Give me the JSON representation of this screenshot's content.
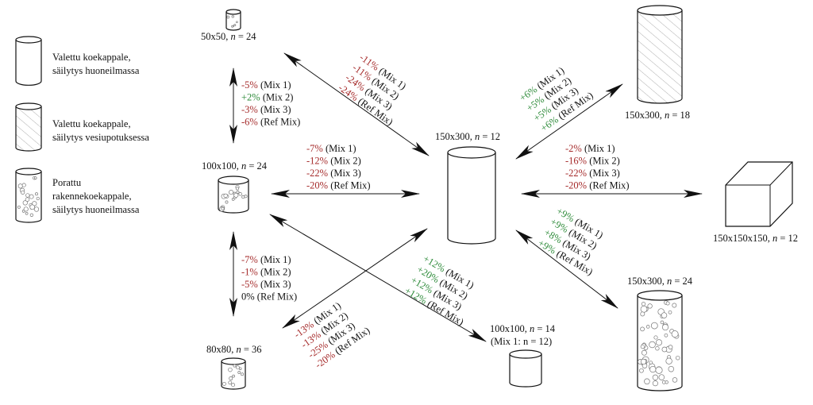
{
  "legend": {
    "items": [
      {
        "lines": [
          "Valettu koekappale,",
          "säilytys huoneilmassa"
        ],
        "style": "plain"
      },
      {
        "lines": [
          "Valettu koekappale,",
          "säilytys vesiupotuksessa"
        ],
        "style": "hatched"
      },
      {
        "lines": [
          "Porattu",
          "rakennekoekappale,",
          "säilytys huoneilmassa"
        ],
        "style": "dotted"
      }
    ]
  },
  "specimens": {
    "s50": {
      "size": "50x50, ",
      "n": "n",
      "rest": " = 24"
    },
    "s100": {
      "size": "100x100, ",
      "n": "n",
      "rest": " = 24"
    },
    "s80": {
      "size": "80x80, ",
      "n": "n",
      "rest": " = 36"
    },
    "center": {
      "size": "150x300, ",
      "n": "n",
      "rest": " = 12"
    },
    "s100b": {
      "size": "100x100, ",
      "n": "n",
      "rest": " = 14",
      "line2": "(Mix 1: n = 12)"
    },
    "s150w": {
      "size": "150x300, ",
      "n": "n",
      "rest": " = 18"
    },
    "cube": {
      "size": "150x150x150, ",
      "n": "n",
      "rest": " = 12"
    },
    "s150d": {
      "size": "150x300, ",
      "n": "n",
      "rest": " = 24"
    }
  },
  "groups": [
    {
      "id": "g50v",
      "rows": [
        {
          "pct": "-5%",
          "label": " (Mix 1)",
          "sign": "neg"
        },
        {
          "pct": "+2%",
          "label": " (Mix 2)",
          "sign": "pos"
        },
        {
          "pct": "-3%",
          "label": " (Mix 3)",
          "sign": "neg"
        },
        {
          "pct": "-6%",
          "label": " (Ref Mix)",
          "sign": "neg"
        }
      ]
    },
    {
      "id": "g50d",
      "rows": [
        {
          "pct": "-11%",
          "label": " (Mix 1)",
          "sign": "neg"
        },
        {
          "pct": "-11%",
          "label": " (Mix 2)",
          "sign": "neg"
        },
        {
          "pct": "-24%",
          "label": " (Mix 3)",
          "sign": "neg"
        },
        {
          "pct": "-24%",
          "label": " (Ref Mix)",
          "sign": "neg"
        }
      ]
    },
    {
      "id": "g100h",
      "rows": [
        {
          "pct": "-7%",
          "label": " (Mix 1)",
          "sign": "neg"
        },
        {
          "pct": "-12%",
          "label": " (Mix 2)",
          "sign": "neg"
        },
        {
          "pct": "-22%",
          "label": " (Mix 3)",
          "sign": "neg"
        },
        {
          "pct": "-20%",
          "label": " (Ref Mix)",
          "sign": "neg"
        }
      ]
    },
    {
      "id": "g80v",
      "rows": [
        {
          "pct": "-7%",
          "label": " (Mix 1)",
          "sign": "neg"
        },
        {
          "pct": "-1%",
          "label": " (Mix 2)",
          "sign": "neg"
        },
        {
          "pct": "-5%",
          "label": " (Mix 3)",
          "sign": "neg"
        },
        {
          "pct": "0%",
          "label": " (Ref Mix)",
          "sign": "zero"
        }
      ]
    },
    {
      "id": "g80d",
      "rows": [
        {
          "pct": "-13%",
          "label": " (Mix 1)",
          "sign": "neg"
        },
        {
          "pct": "-13%",
          "label": " (Mix 2)",
          "sign": "neg"
        },
        {
          "pct": "-25%",
          "label": " (Mix 3)",
          "sign": "neg"
        },
        {
          "pct": "-20%",
          "label": " (Ref Mix)",
          "sign": "neg"
        }
      ]
    },
    {
      "id": "g100d",
      "rows": [
        {
          "pct": "+12%",
          "label": " (Mix 1)",
          "sign": "pos"
        },
        {
          "pct": "+20%",
          "label": " (Mix 2)",
          "sign": "pos"
        },
        {
          "pct": "+12%",
          "label": " (Mix 3)",
          "sign": "pos"
        },
        {
          "pct": "+12%",
          "label": " (Ref Mix)",
          "sign": "pos"
        }
      ]
    },
    {
      "id": "gwat",
      "rows": [
        {
          "pct": "+6%",
          "label": " (Mix 1)",
          "sign": "pos"
        },
        {
          "pct": "+5%",
          "label": " (Mix 2)",
          "sign": "pos"
        },
        {
          "pct": "+5%",
          "label": " (Mix 3)",
          "sign": "pos"
        },
        {
          "pct": "+6%",
          "label": " (Ref Mix)",
          "sign": "pos"
        }
      ]
    },
    {
      "id": "gcube",
      "rows": [
        {
          "pct": "-2%",
          "label": " (Mix 1)",
          "sign": "neg"
        },
        {
          "pct": "-16%",
          "label": " (Mix 2)",
          "sign": "neg"
        },
        {
          "pct": "-22%",
          "label": " (Mix 3)",
          "sign": "neg"
        },
        {
          "pct": "-20%",
          "label": " (Ref Mix)",
          "sign": "neg"
        }
      ]
    },
    {
      "id": "gdrill",
      "rows": [
        {
          "pct": "+9%",
          "label": " (Mix 1)",
          "sign": "pos"
        },
        {
          "pct": "+9%",
          "label": " (Mix 2)",
          "sign": "pos"
        },
        {
          "pct": "+8%",
          "label": " (Mix 3)",
          "sign": "pos"
        },
        {
          "pct": "+9%",
          "label": " (Ref Mix)",
          "sign": "pos"
        }
      ]
    }
  ],
  "colors": {
    "negative": "#a52a2a",
    "positive": "#2e8b3a"
  }
}
